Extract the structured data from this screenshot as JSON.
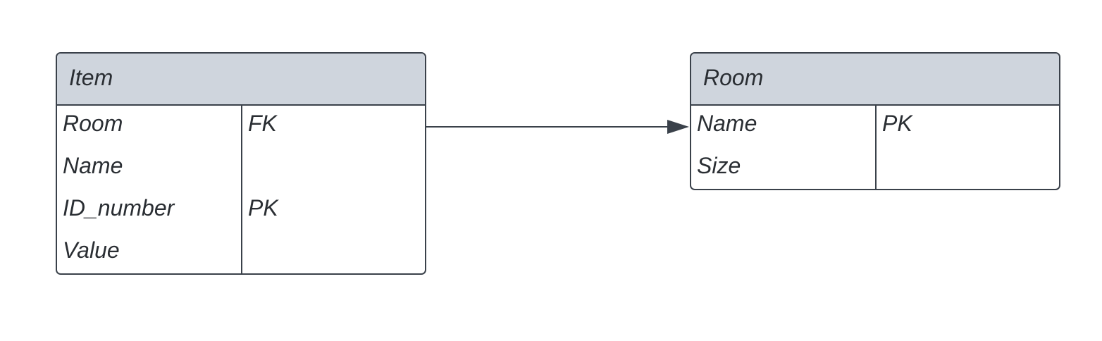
{
  "entities": [
    {
      "title": "Item",
      "fields": [
        {
          "name": "Room",
          "key": "FK"
        },
        {
          "name": "Name",
          "key": ""
        },
        {
          "name": "ID_number",
          "key": "PK"
        },
        {
          "name": "Value",
          "key": ""
        }
      ]
    },
    {
      "title": "Room",
      "fields": [
        {
          "name": "Name",
          "key": "PK"
        },
        {
          "name": "Size",
          "key": ""
        }
      ]
    }
  ],
  "colors": {
    "header_fill": "#cfd5dd",
    "border": "#3a414a",
    "text": "#2a2e33"
  }
}
